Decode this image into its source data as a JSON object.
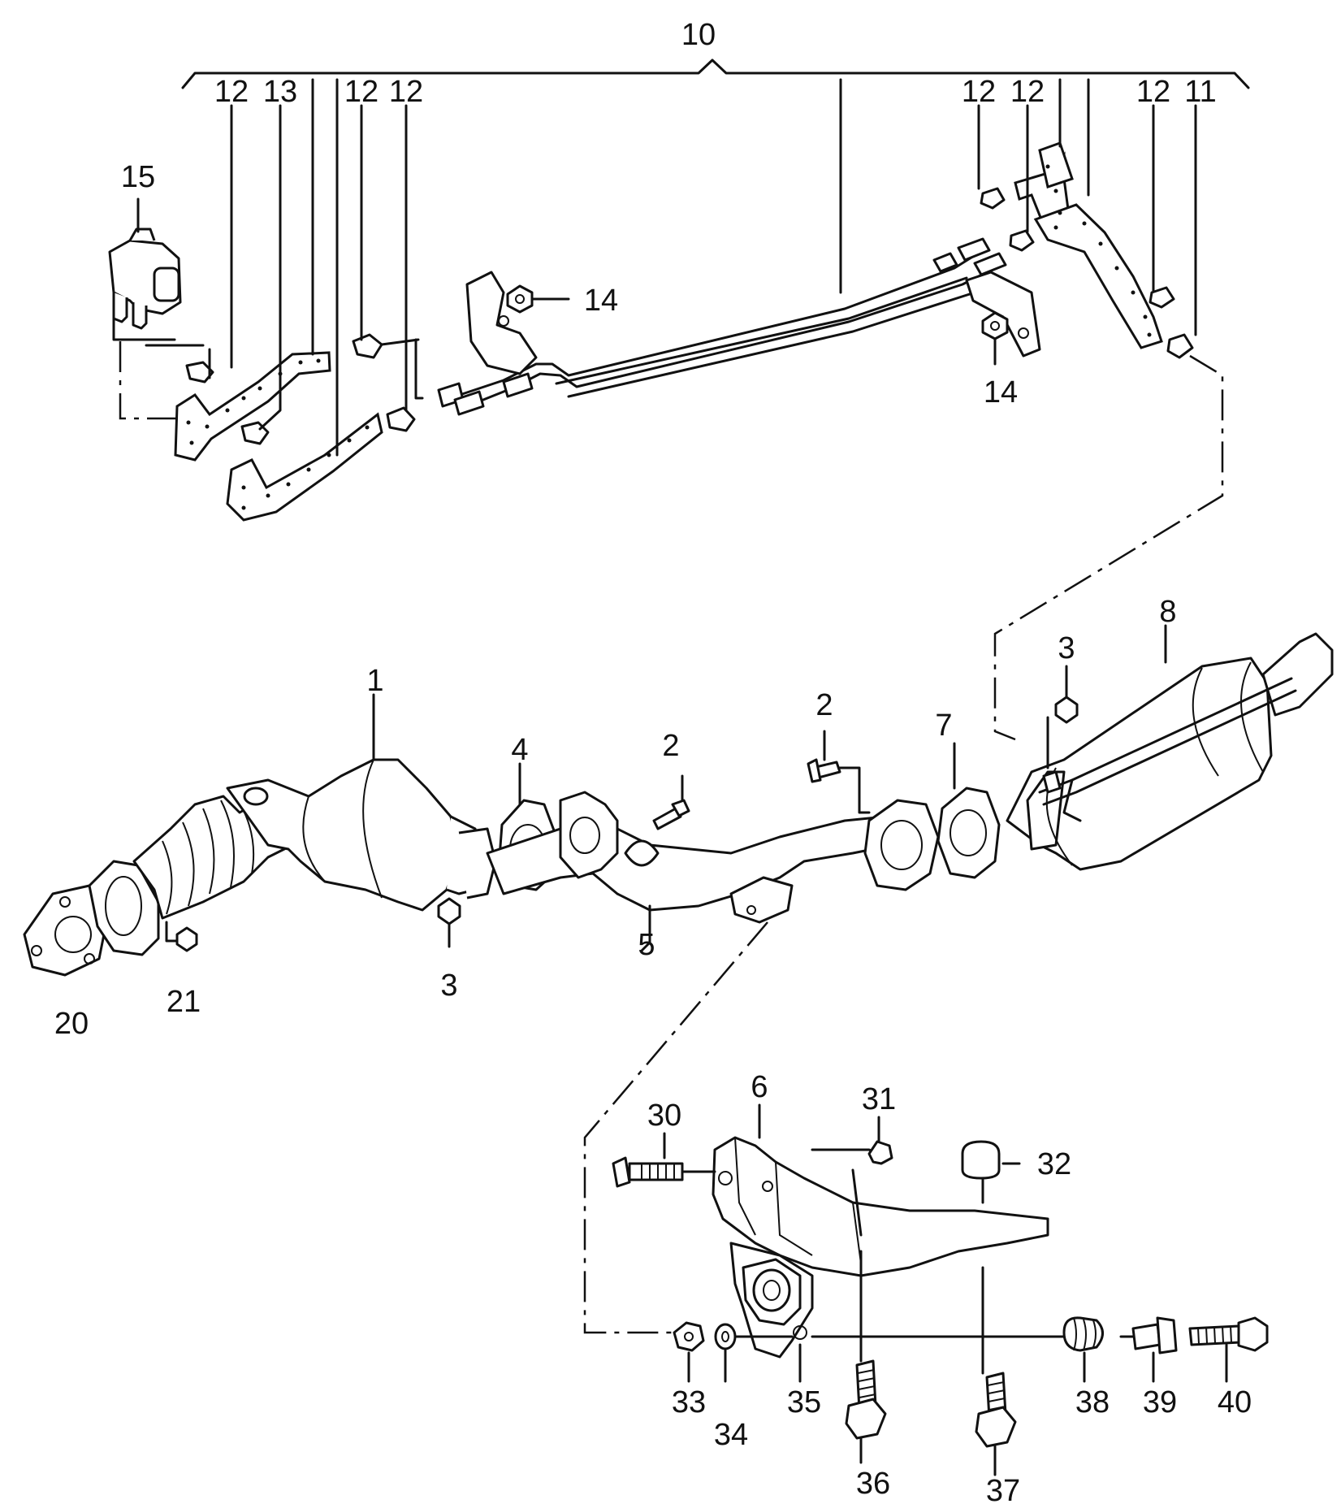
{
  "labels": {
    "l10": "10",
    "l12a": "12",
    "l13": "13",
    "l12b": "12",
    "l12c": "12",
    "l12d": "12",
    "l12e": "12",
    "l12f": "12",
    "l11": "11",
    "l15": "15",
    "l14a": "14",
    "l14b": "14",
    "l8": "8",
    "l3a": "3",
    "l1": "1",
    "l2a": "2",
    "l7": "7",
    "l4": "4",
    "l2b": "2",
    "l3b": "3",
    "l5": "5",
    "l20": "20",
    "l21": "21",
    "l6": "6",
    "l31": "31",
    "l30": "30",
    "l32": "32",
    "l33": "33",
    "l34": "34",
    "l35": "35",
    "l36": "36",
    "l37": "37",
    "l38": "38",
    "l39": "39",
    "l40": "40"
  }
}
